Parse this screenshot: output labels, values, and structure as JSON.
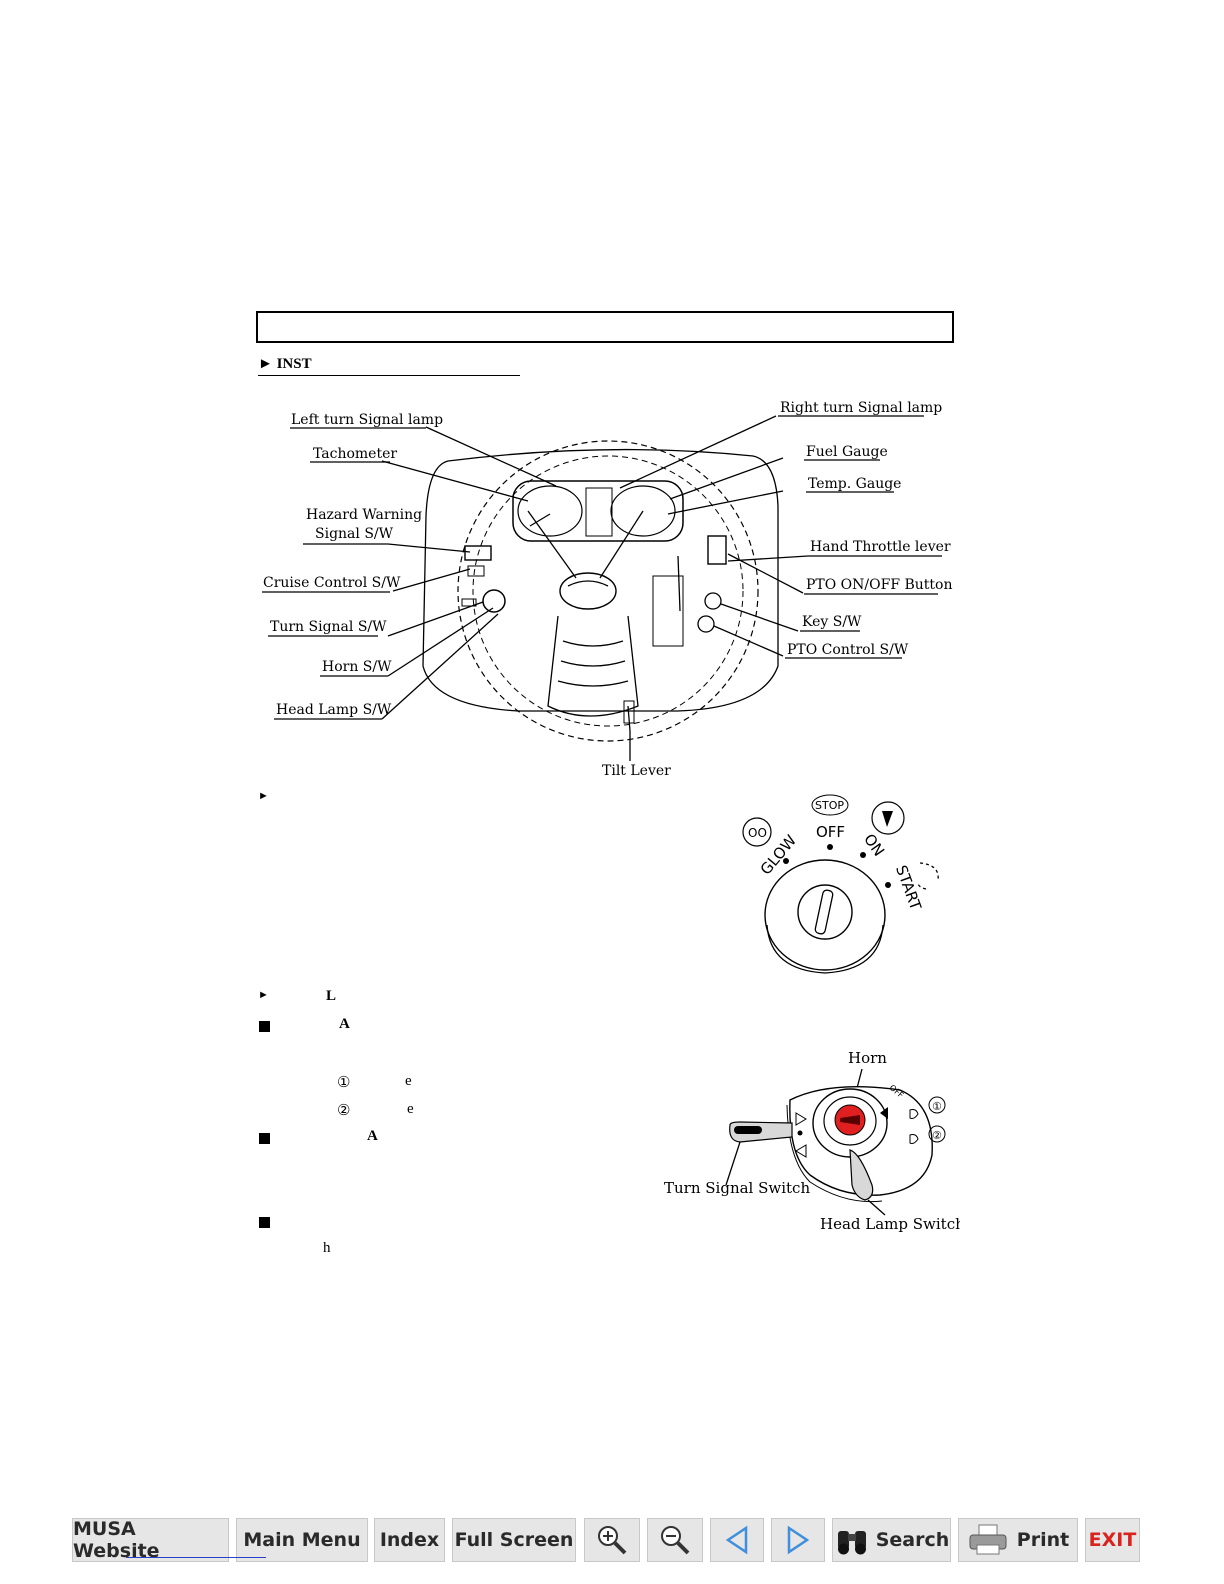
{
  "section": {
    "heading": "► INST",
    "key_marker": "►",
    "lamp_marker": "►",
    "lamp_letter": "L",
    "items": [
      {
        "letter": "A"
      },
      {
        "letter": "A"
      }
    ],
    "circled_1": "①",
    "circled_2": "②",
    "frag_e1": "e",
    "frag_e2": "e",
    "frag_h": "h"
  },
  "diagram": {
    "labels": {
      "left_turn": "Left turn Signal lamp",
      "right_turn": "Right turn Signal lamp",
      "tachometer": "Tachometer",
      "fuel_gauge": "Fuel Gauge",
      "temp_gauge": "Temp. Gauge",
      "hazard_1": "Hazard Warning",
      "hazard_2": "Signal S/W",
      "hand_throttle": "Hand Throttle lever",
      "cruise": "Cruise Control S/W",
      "pto_button": "PTO ON/OFF Button",
      "turn_signal_sw": "Turn Signal S/W",
      "key_sw": "Key S/W",
      "horn_sw": "Horn S/W",
      "pto_control": "PTO Control S/W",
      "head_lamp_sw": "Head Lamp S/W",
      "tilt_lever": "Tilt Lever"
    }
  },
  "key_switch": {
    "glow": "GLOW",
    "off": "OFF",
    "on": "ON",
    "start": "START",
    "stop": "STOP"
  },
  "combo_switch": {
    "horn": "Horn",
    "off": "OFF",
    "turn_signal": "Turn Signal Switch",
    "head_lamp": "Head Lamp Switch",
    "pos1": "①",
    "pos2": "②"
  },
  "toolbar": {
    "website": "MUSA Website",
    "main_menu": "Main Menu",
    "index": "Index",
    "full_screen": "Full Screen",
    "search": "Search",
    "print": "Print",
    "exit": "EXIT"
  },
  "icons": {
    "zoom_in": "zoom-in-icon",
    "zoom_out": "zoom-out-icon",
    "prev": "previous-page-icon",
    "next": "next-page-icon",
    "search": "binoculars-icon",
    "print": "printer-icon"
  },
  "colors": {
    "toolbar_bg": "#e6e6e6",
    "exit": "#d8231f",
    "horn_red": "#e02020",
    "nav_blue": "#3f8fdc"
  }
}
